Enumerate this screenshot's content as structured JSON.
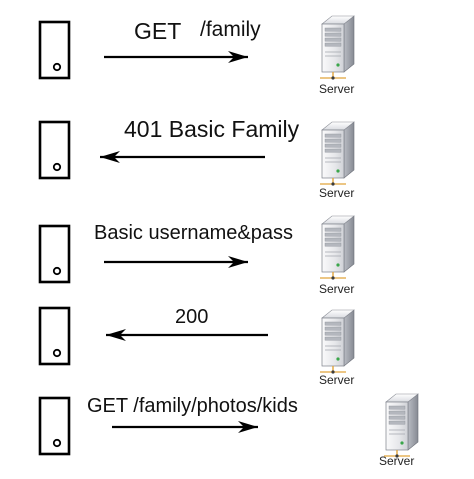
{
  "diagram": {
    "server_label": "Server",
    "steps": [
      {
        "parts": [
          "GET",
          "/family"
        ],
        "direction": "client-to-server"
      },
      {
        "parts": [
          "401 Basic Family"
        ],
        "direction": "server-to-client"
      },
      {
        "parts": [
          "Basic username&pass"
        ],
        "direction": "client-to-server"
      },
      {
        "parts": [
          "200"
        ],
        "direction": "server-to-client"
      },
      {
        "parts": [
          "GET /family/photos/kids"
        ],
        "direction": "client-to-server"
      }
    ]
  },
  "colors": {
    "line": "#000000",
    "tower_light": "#f4f4f6",
    "tower_mid": "#c9cbd1",
    "tower_dark": "#8a8d96",
    "led": "#3aa64a",
    "cable": "#e0a43a"
  },
  "icons": {
    "client": "client-device-icon",
    "server": "server-tower-icon"
  }
}
